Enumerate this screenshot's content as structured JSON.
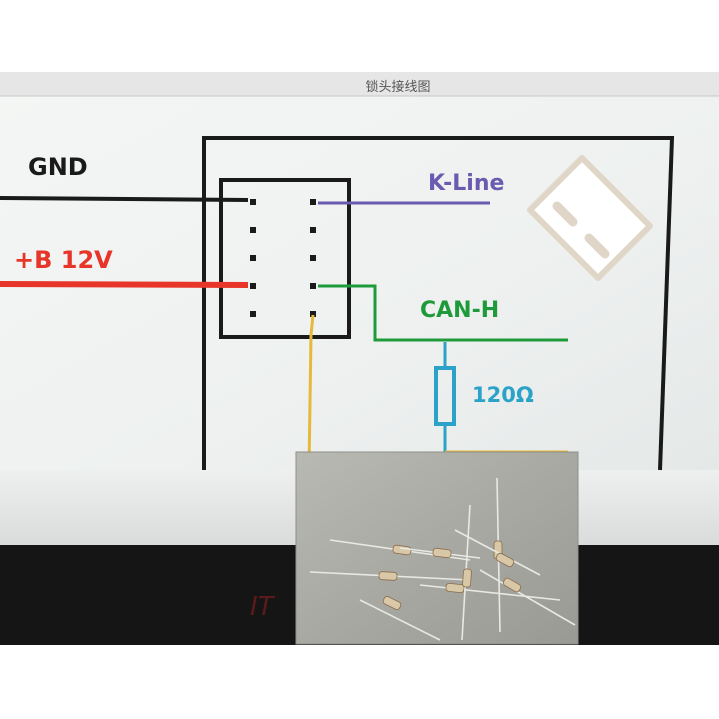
{
  "window": {
    "title": "锁头接线图"
  },
  "diagram": {
    "labels": {
      "gnd": "GND",
      "b12v": "+B 12V",
      "kline": "K-Line",
      "canh": "CAN-H",
      "resistor": "120Ω"
    },
    "wire_colors": {
      "gnd": "#1a1a1a",
      "b12v": "#e8352a",
      "kline": "#6a5ab0",
      "canh": "#1f9a3a",
      "canl": "#e6b93a",
      "resistor": "#2ba3c9"
    },
    "connector": {
      "pin_rows": 5,
      "pin_columns": 2
    }
  },
  "photo_inset": {
    "subject": "resistors"
  }
}
